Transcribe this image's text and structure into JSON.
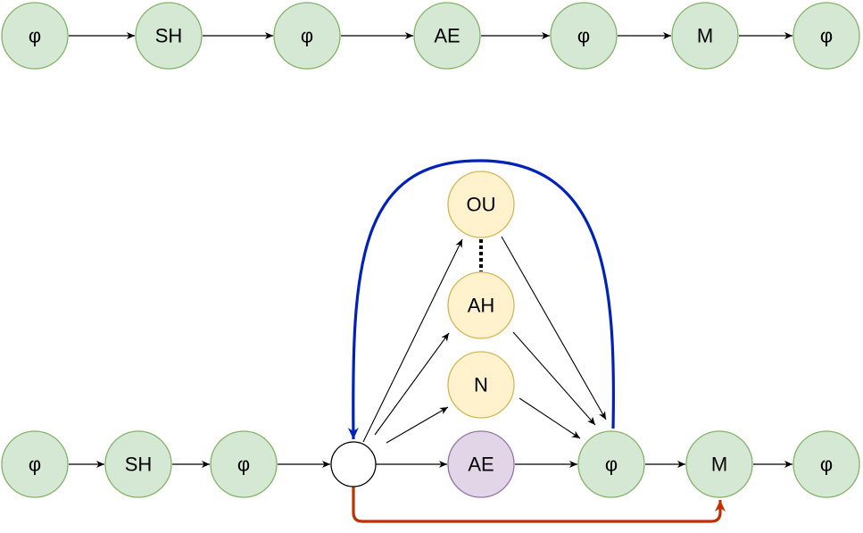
{
  "top_row": {
    "nodes": [
      {
        "label": "φ",
        "color": "green"
      },
      {
        "label": "SH",
        "color": "green"
      },
      {
        "label": "φ",
        "color": "green"
      },
      {
        "label": "AE",
        "color": "green"
      },
      {
        "label": "φ",
        "color": "green"
      },
      {
        "label": "M",
        "color": "green"
      },
      {
        "label": "φ",
        "color": "green"
      }
    ]
  },
  "bottom_row": {
    "nodes": [
      {
        "label": "φ",
        "color": "green"
      },
      {
        "label": "SH",
        "color": "green"
      },
      {
        "label": "φ",
        "color": "green"
      },
      {
        "label": "",
        "color": "white"
      },
      {
        "label": "AE",
        "color": "purple"
      },
      {
        "label": "φ",
        "color": "green"
      },
      {
        "label": "M",
        "color": "green"
      },
      {
        "label": "φ",
        "color": "green"
      }
    ],
    "branch_nodes": [
      {
        "label": "OU",
        "color": "yellow"
      },
      {
        "label": "AH",
        "color": "yellow"
      },
      {
        "label": "N",
        "color": "yellow"
      }
    ]
  },
  "colors": {
    "green_fill": "#d5e8d4",
    "green_stroke": "#82b366",
    "yellow_fill": "#fff2cc",
    "yellow_stroke": "#d6b656",
    "purple_fill": "#e1d5e7",
    "purple_stroke": "#9673a6",
    "loop_edge": "#0022bb",
    "skip_edge": "#c03000"
  }
}
